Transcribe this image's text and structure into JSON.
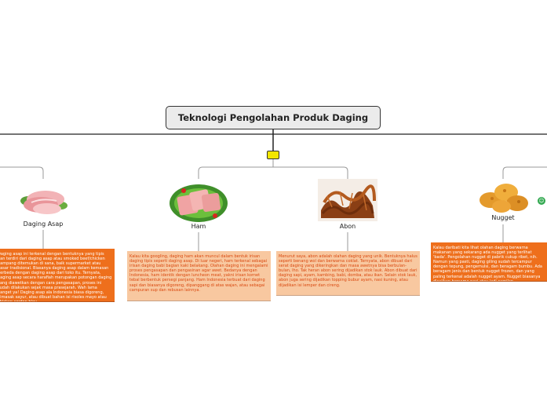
{
  "root": {
    "title": "Teknologi Pengolahan Produk Daging"
  },
  "topics": [
    {
      "label": "Daging Asap",
      "image_icon": "smoked-meat-image",
      "note": "Daging asap ini terkenal dengan bentuknya yang tipis dan terdiri dari daging asap atau smoked beef/chicken gampang ditemukan di sana, baik supermarket atau pasar tradisional. Biasanya daging asap dalam kemasan berbeda dengan daging asap dari toko itu. Ternyata, daging asap secara harafiah merupakan potongan daging yang diawetkan dengan cara pengasapan, proses ini sudah dilakukan sejak masa prasejarah. Wah lama banget ya! Daging asap ala Indonesia biasa digoreng, dimasak sayur, atau dibuat bahan isi risoles mayo atau chicken cordon bleu."
    },
    {
      "label": "Ham",
      "image_icon": "ham-slices-image",
      "note": "Kalau kita googling, daging ham akan muncul dalam bentuk irisan daging tipis seperti daging asap. Di luar negeri, ham terkenal sebagai irisan daging babi bagian kaki belakang. Olahan daging ini mengalami proses pengasapan dan pengasinan agar awet. Bedanya dengan Indonesia, ham identik dengan luncheon meat, yakni irisan kornet tebal berbentuk persegi panjang. Ham Indonesia terbuat dari daging sapi dan biasanya digoreng, dipanggang di atas wajan, atau sebagai campuran sup dan rebusan lainnya."
    },
    {
      "label": "Abon",
      "image_icon": "abon-floss-image",
      "note": "Menurut saya, abon adalah olahan daging yang unik. Bentuknya halus seperti benang wol dan berwarna coklat. Ternyata, abon dibuat dari serat daging yang dikeringkan dan masa awetnya bisa berbulan-bulan, lho. Tak heran abon sering dijadikan stok lauk. Abon dibuat dari daging sapi, ayam, kambing, babi, domba, atau ikan. Selain stok lauk, abon juga sering dijadikan topping bubur ayam, nasi kuning, atau dijadikan isi lemper dan cireng."
    },
    {
      "label": "Nugget",
      "image_icon": "nugget-image",
      "note": "Kalau daribati kita lihat olahan daging berwarna makanan yang sekarang ada nugget yang terlihat 'bada'. Pengolahan nugget di pabrik cukup ribet, nih. Namun yang pasti, daging giling sudah tercampur dengan tepung, pengemulsi, dan beragam bumbu. Ada beragam jenis dan bentuk nugget frozen, dan yang paling terkenal adalah nugget ayam. Nugget biasanya disajikan bersama nasi atau jadi camilan."
    }
  ],
  "colors": {
    "note_light": "#f8c8a0",
    "note_dark": "#ee6f1c",
    "toggle": "#f2e600",
    "root_fill": "#ebebeb",
    "connector": "#9a9a9a"
  },
  "badge_icon": "smiley-icon"
}
